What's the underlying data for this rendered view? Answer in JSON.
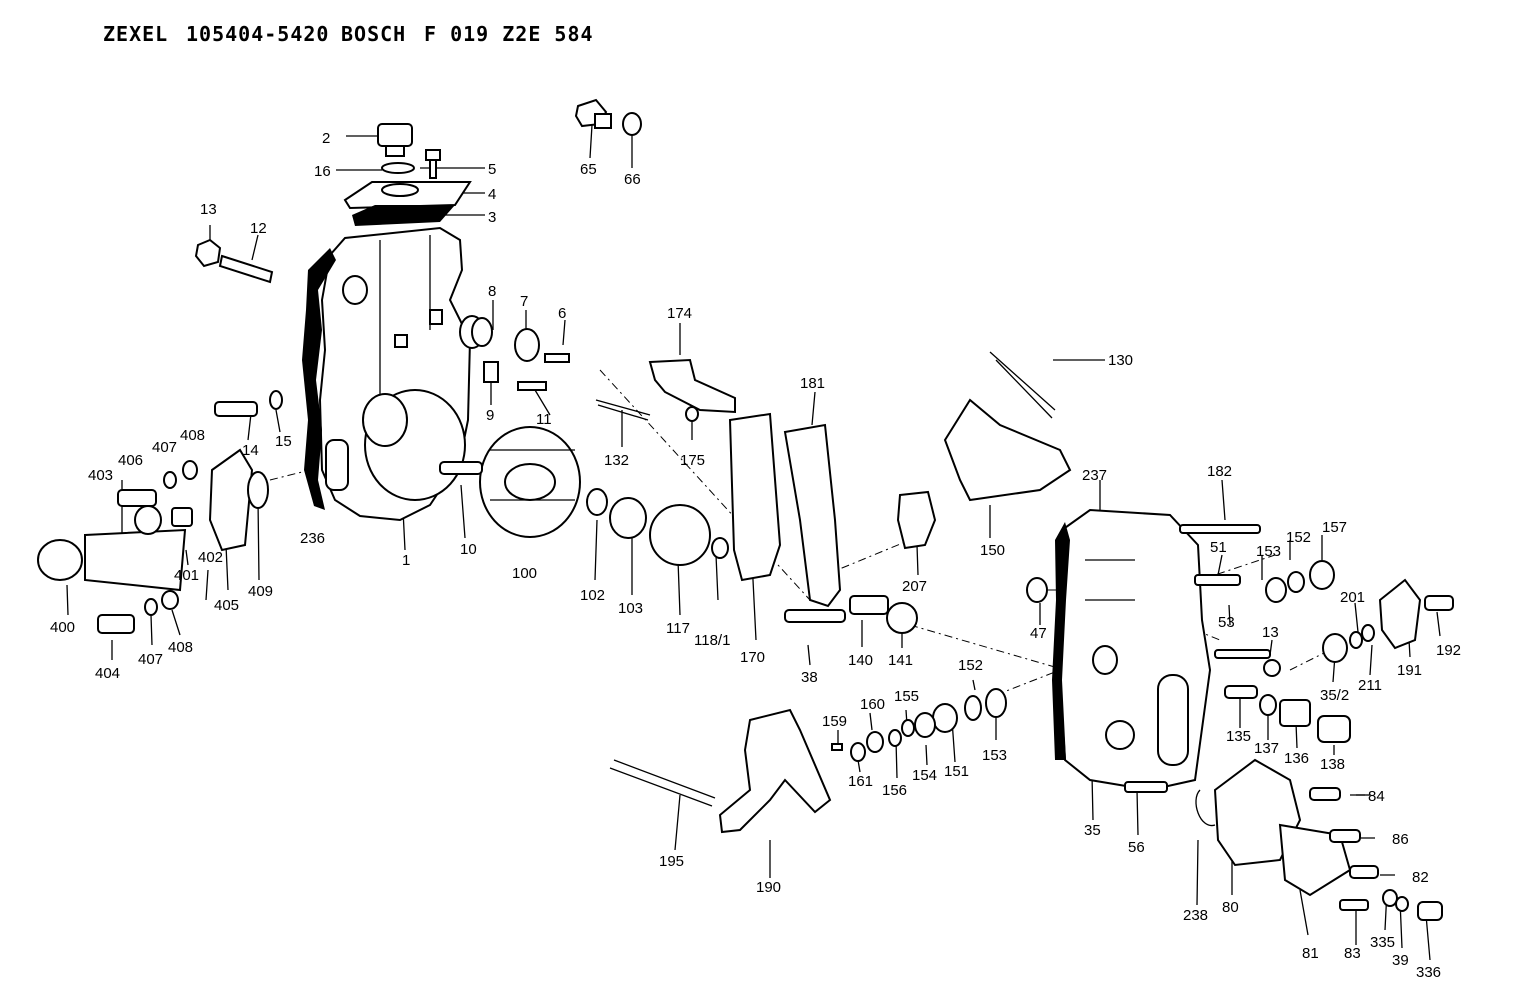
{
  "header": {
    "brand1": "ZEXEL",
    "part_no": "105404-5420",
    "brand2": "BOSCH",
    "alt_no": "F 019 Z2E 584"
  },
  "labels": {
    "l2": "2",
    "l16": "16",
    "l5": "5",
    "l4": "4",
    "l3": "3",
    "l65": "65",
    "l66": "66",
    "l13a": "13",
    "l12": "12",
    "l8": "8",
    "l7": "7",
    "l6": "6",
    "l9": "9",
    "l11": "11",
    "l174": "174",
    "l175": "175",
    "l132": "132",
    "l181": "181",
    "l130": "130",
    "l14": "14",
    "l15": "15",
    "l408a": "408",
    "l407a": "407",
    "l406": "406",
    "l403": "403",
    "l236": "236",
    "l1": "1",
    "l10": "10",
    "l100": "100",
    "l102": "102",
    "l103": "103",
    "l117": "117",
    "l118_1": "118/1",
    "l170": "170",
    "l207": "207",
    "l150": "150",
    "l182": "182",
    "l237": "237",
    "l51": "51",
    "l153a": "153",
    "l152a": "152",
    "l157": "157",
    "l47": "47",
    "l53": "53",
    "l13b": "13",
    "l201": "201",
    "l192": "192",
    "l191": "191",
    "l211": "211",
    "l35_2": "35/2",
    "l400": "400",
    "l401": "401",
    "l402": "402",
    "l405": "405",
    "l409": "409",
    "l404": "404",
    "l407b": "407",
    "l408b": "408",
    "l38": "38",
    "l140": "140",
    "l141": "141",
    "l152b": "152",
    "l153b": "153",
    "l159": "159",
    "l160": "160",
    "l155": "155",
    "l161": "161",
    "l156": "156",
    "l154": "154",
    "l151": "151",
    "l135": "135",
    "l137": "137",
    "l136": "136",
    "l138": "138",
    "l84": "84",
    "l86": "86",
    "l82": "82",
    "l195": "195",
    "l190": "190",
    "l35": "35",
    "l56": "56",
    "l238": "238",
    "l80": "80",
    "l81": "81",
    "l83": "83",
    "l335": "335",
    "l39": "39",
    "l336": "336"
  }
}
